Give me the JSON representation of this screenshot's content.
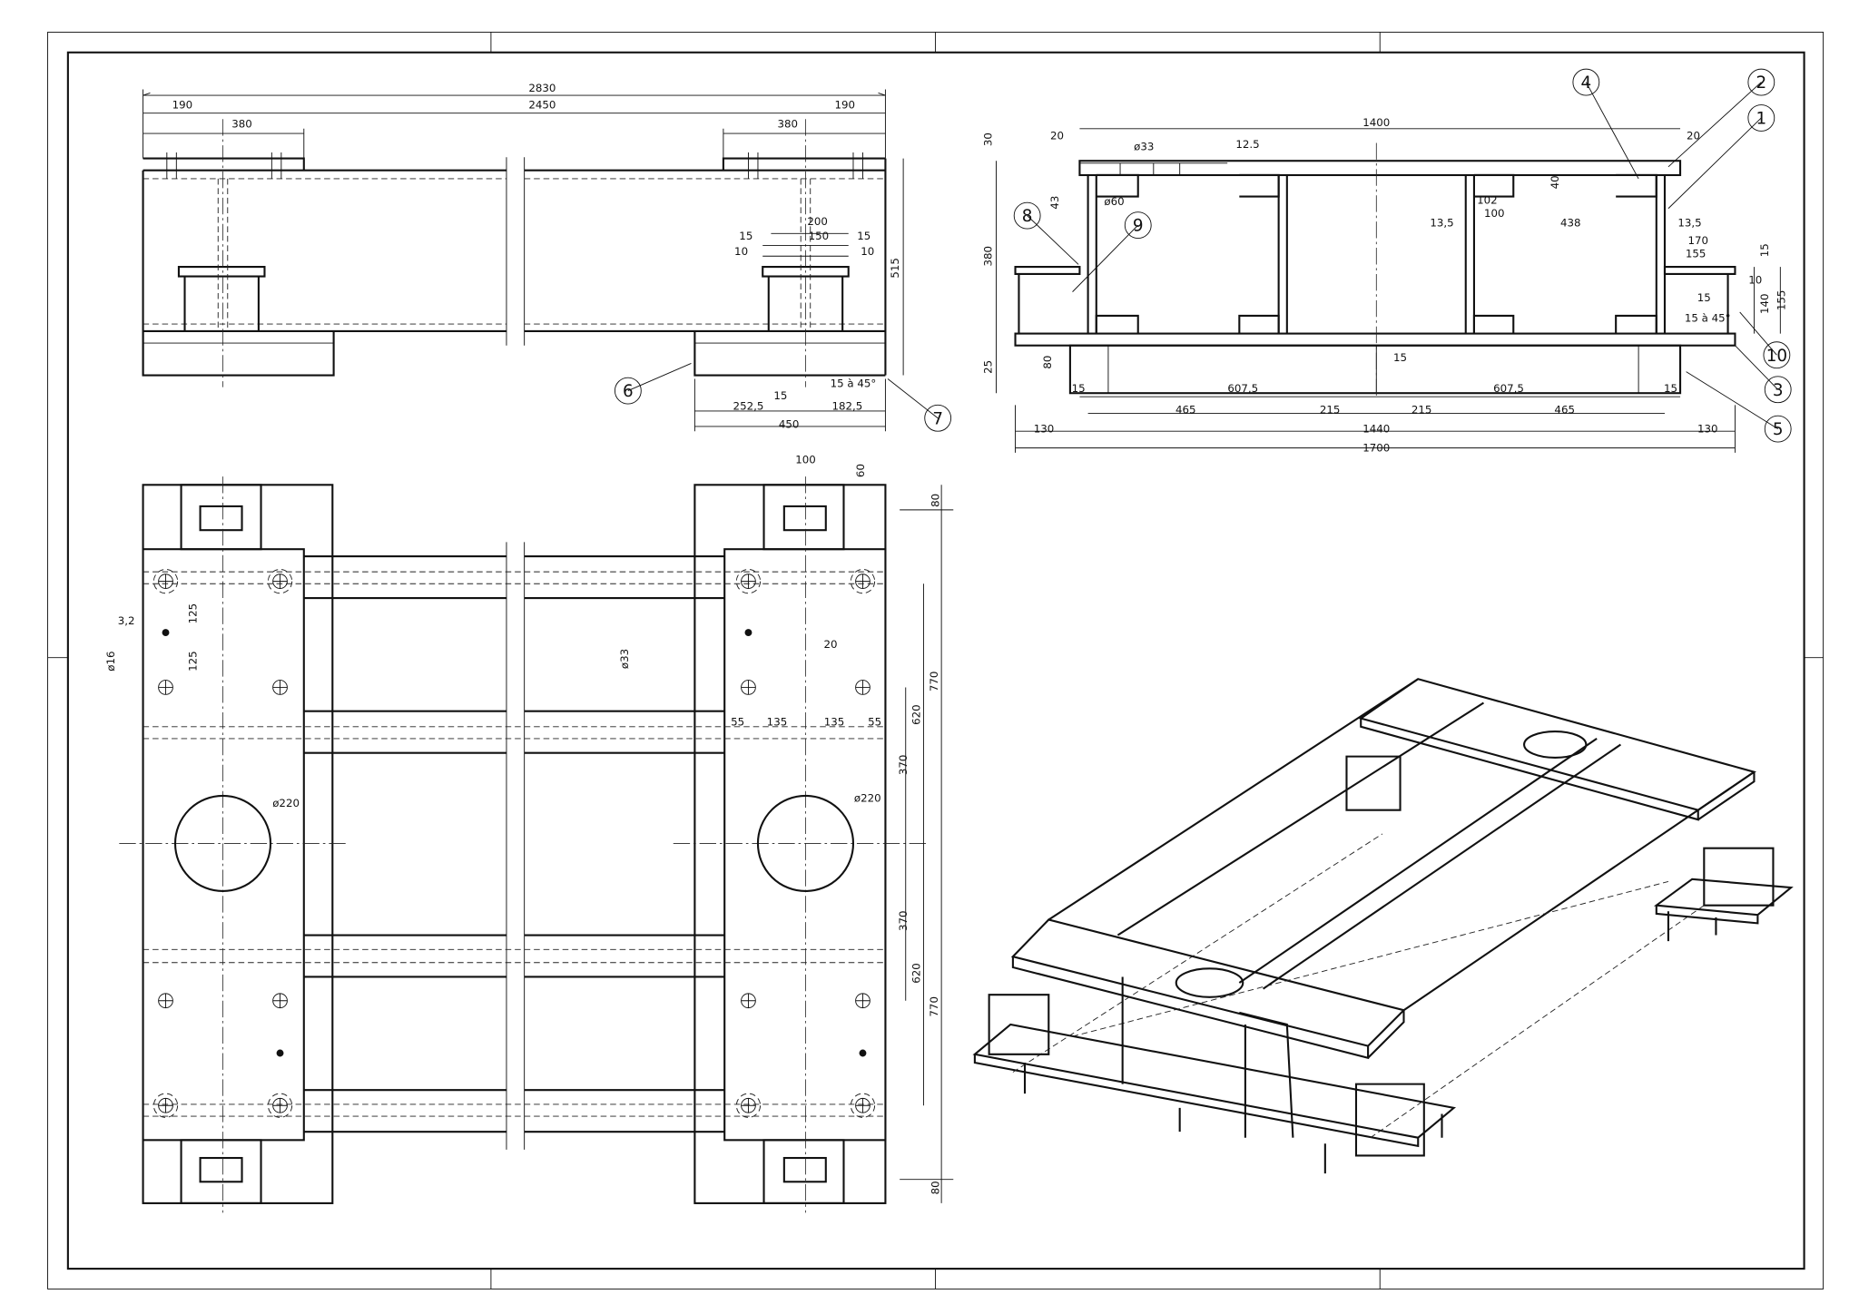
{
  "drawing": {
    "title": "Welded steel base frame - technical drawing",
    "side_view": {
      "dims": [
        "2830",
        "2450",
        "190",
        "190",
        "380",
        "380",
        "200",
        "150",
        "15",
        "15",
        "10",
        "10",
        "515",
        "15 à 45°",
        "15",
        "252,5",
        "182,5",
        "450"
      ]
    },
    "front_view": {
      "dims": [
        "1400",
        "20",
        "20",
        "30",
        "ø33",
        "12.5",
        "43",
        "ø60",
        "40",
        "102",
        "100",
        "13,5",
        "438",
        "13,5",
        "380",
        "170",
        "155",
        "15",
        "10",
        "15",
        "140",
        "155",
        "15 à 45°",
        "25",
        "80",
        "15",
        "15",
        "607,5",
        "607,5",
        "15",
        "465",
        "215",
        "215",
        "465",
        "130",
        "1440",
        "130",
        "1700"
      ]
    },
    "plan_view": {
      "dims": [
        "100",
        "60",
        "80",
        "3,2",
        "ø16",
        "125",
        "125",
        "ø33",
        "20",
        "55",
        "135",
        "135",
        "55",
        "770",
        "620",
        "370",
        "ø220",
        "ø220",
        "370",
        "620",
        "770",
        "80"
      ]
    },
    "callouts": [
      "1",
      "2",
      "3",
      "4",
      "5",
      "6",
      "7",
      "8",
      "9",
      "10"
    ]
  }
}
